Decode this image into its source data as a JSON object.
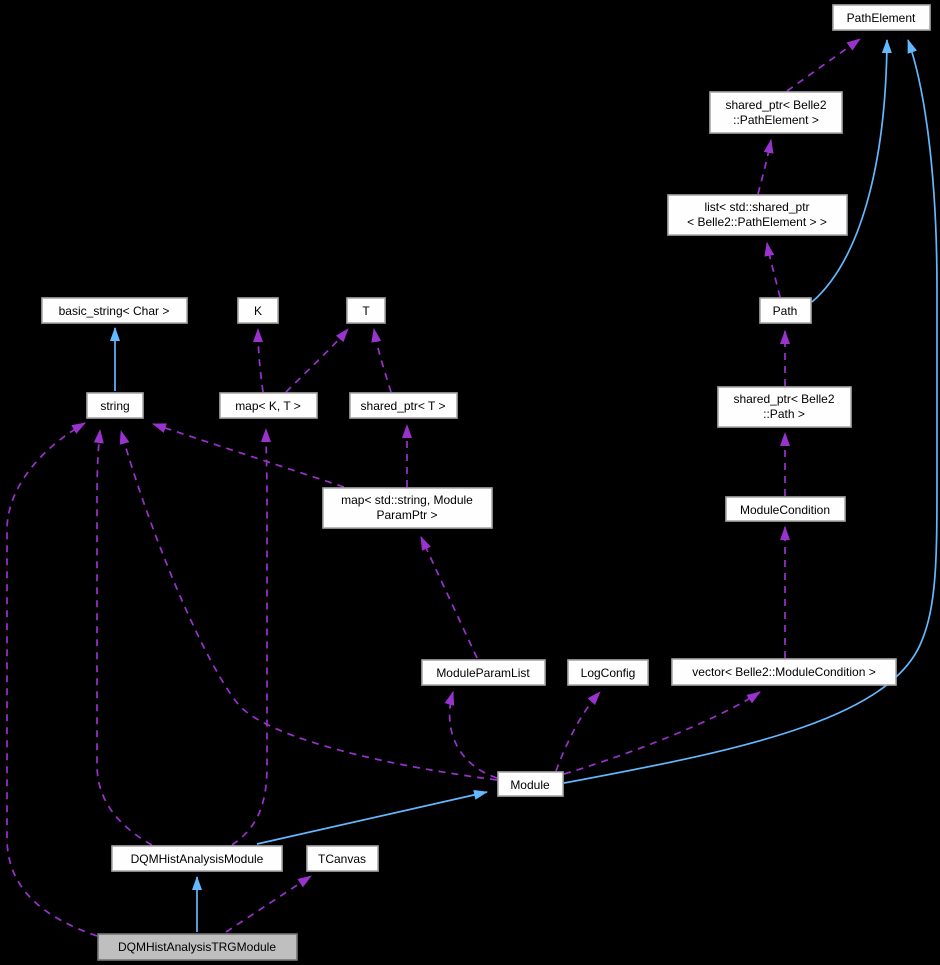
{
  "diagram": {
    "type": "collaboration-graph",
    "background": "#000000",
    "colors": {
      "inheritance_edge": "#63B8FF",
      "usage_edge": "#9A32CD",
      "node_fill": "#FEFEFE",
      "node_border": "#A9A9A9",
      "highlighted_node_fill": "#BFBFBF",
      "node_text": "#000000"
    },
    "nodes": {
      "pathelement": {
        "label": "PathElement"
      },
      "shared_ptr_pathelement": {
        "line1": "shared_ptr< Belle2",
        "line2": "::PathElement >"
      },
      "list_shared_ptr_pathelement": {
        "line1": "list< std::shared_ptr",
        "line2": "< Belle2::PathElement > >"
      },
      "path": {
        "label": "Path"
      },
      "shared_ptr_path": {
        "line1": "shared_ptr< Belle2",
        "line2": "::Path >"
      },
      "modulecondition": {
        "label": "ModuleCondition"
      },
      "vector_modulecondition": {
        "label": "vector< Belle2::ModuleCondition >"
      },
      "basic_string_char": {
        "label": "basic_string< Char >"
      },
      "k": {
        "label": "K"
      },
      "t": {
        "label": "T"
      },
      "string": {
        "label": "string"
      },
      "map_k_t": {
        "label": "map< K, T >"
      },
      "shared_ptr_t": {
        "label": "shared_ptr< T >"
      },
      "map_string_moduleparamptr": {
        "line1": "map< std::string, Module",
        "line2": "ParamPtr >"
      },
      "moduleparamlist": {
        "label": "ModuleParamList"
      },
      "logconfig": {
        "label": "LogConfig"
      },
      "module": {
        "label": "Module"
      },
      "dqmhistanalysismodule": {
        "label": "DQMHistAnalysisModule"
      },
      "tcanvas": {
        "label": "TCanvas"
      },
      "dqmhistanalysistrgmodule": {
        "label": "DQMHistAnalysisTRGModule"
      }
    }
  }
}
